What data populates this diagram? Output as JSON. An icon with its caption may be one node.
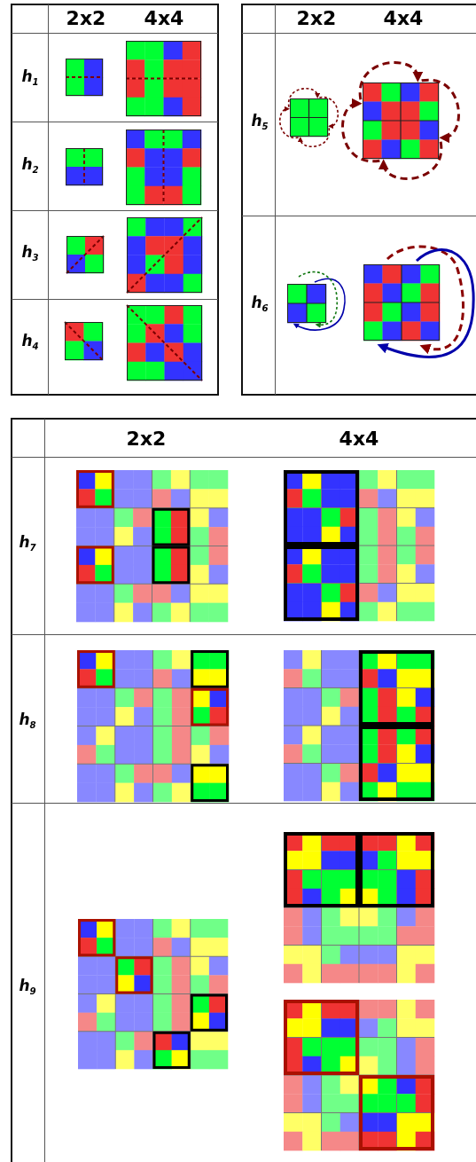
{
  "diagram": {
    "labels": [
      "2x2",
      "4x4",
      "h$_{1}$",
      "h$_{2}$",
      "h$_{3}$",
      "h$_{4}$",
      "2x2",
      "4x4",
      "h$_{5}$",
      "h$_{6}$",
      "2x2",
      "4x4",
      "h$_{7}$",
      "h$_{8}$",
      "h$_{9}$"
    ]
  }
}
